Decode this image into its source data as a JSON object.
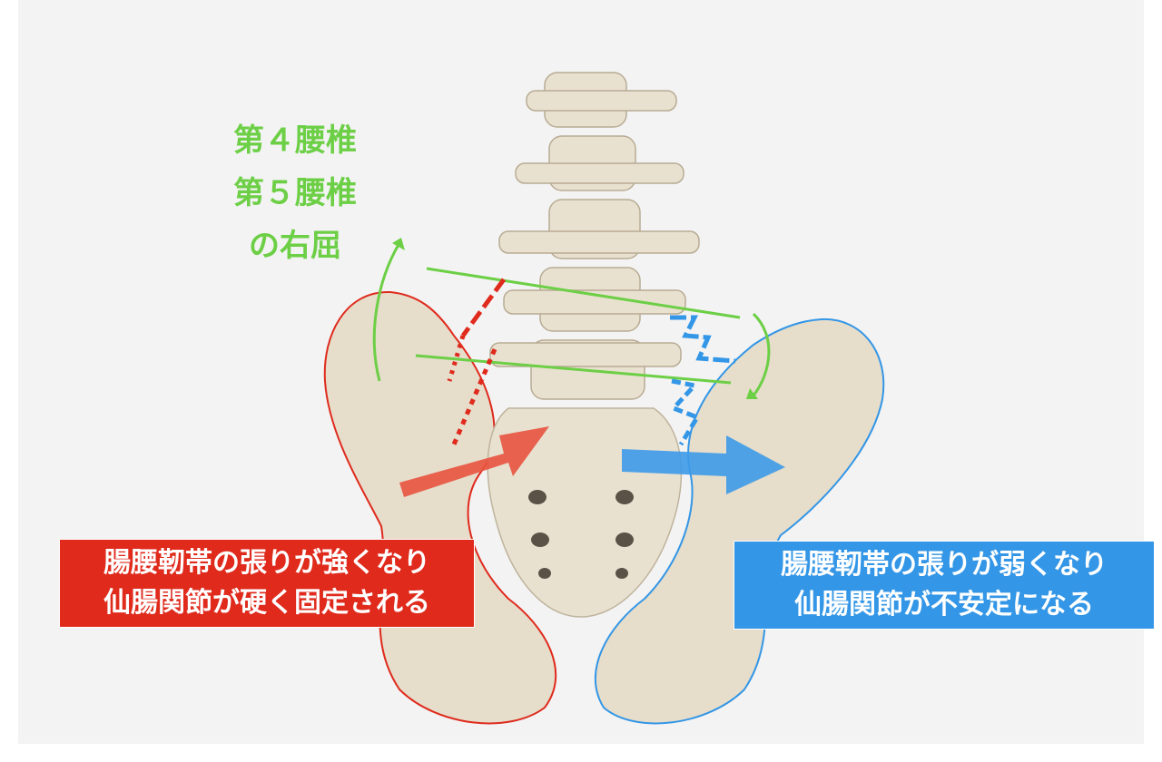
{
  "title_label": {
    "line1": "第４腰椎",
    "line2": "第５腰椎",
    "line3": "の右屈"
  },
  "left_box": {
    "line1": "腸腰靭帯の張りが強くなり",
    "line2": "仙腸関節が硬く固定される"
  },
  "right_box": {
    "line1": "腸腰靭帯の張りが弱くなり",
    "line2": "仙腸関節が不安定になる"
  },
  "colors": {
    "green": "#6ccf45",
    "red": "#df2a1c",
    "blue": "#3396e6",
    "bone": "#e4dccb"
  }
}
